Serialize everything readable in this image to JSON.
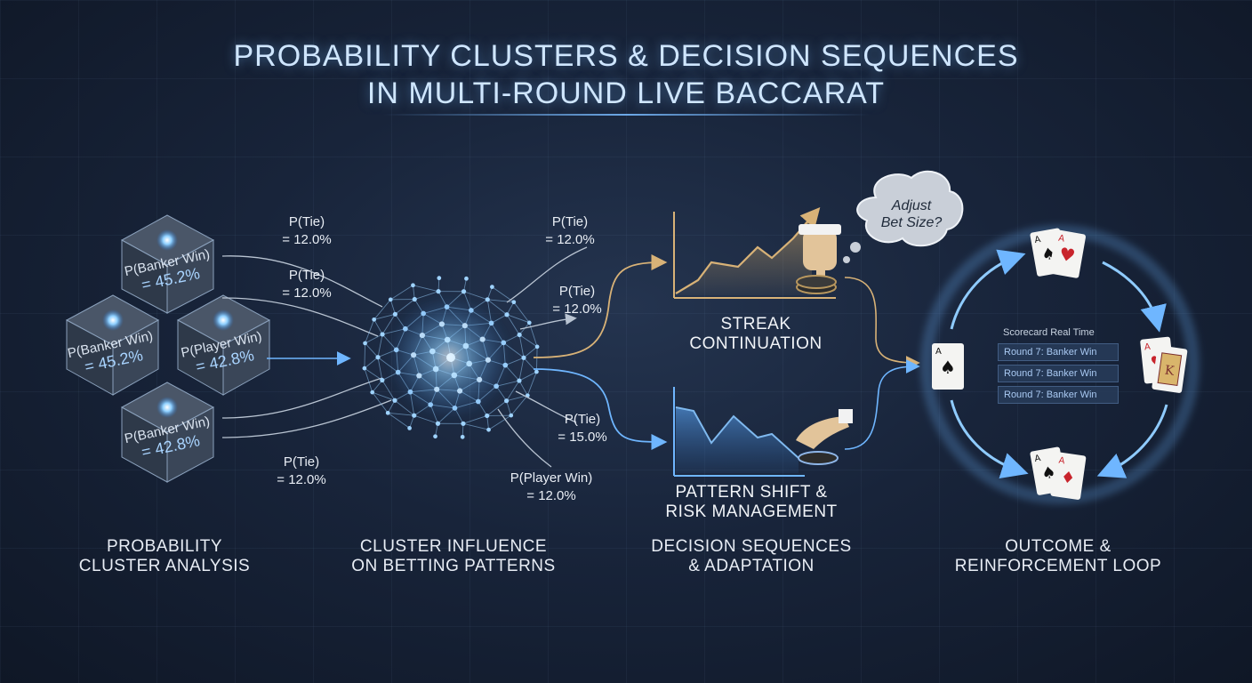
{
  "title": {
    "line1": "PROBABILITY CLUSTERS & DECISION SEQUENCES",
    "line2": "IN MULTI-ROUND LIVE BACCARAT"
  },
  "cubes": [
    {
      "label": "P(Banker Win)",
      "value": "= 45.2%"
    },
    {
      "label": "P(Banker Win)",
      "value": "= 45.2%"
    },
    {
      "label": "P(Player Win)",
      "value": "= 42.8%"
    },
    {
      "label": "P(Banker Win)",
      "value": "= 42.8%"
    }
  ],
  "left_labels": [
    {
      "line1": "P(Tie)",
      "line2": "= 12.0%"
    },
    {
      "line1": "P(Tie)",
      "line2": "= 12.0%"
    },
    {
      "line1": "P(Tie)",
      "line2": "= 12.0%"
    }
  ],
  "right_labels": [
    {
      "line1": "P(Tie)",
      "line2": "= 12.0%"
    },
    {
      "line1": "P(Tie)",
      "line2": "= 12.0%"
    },
    {
      "line1": "P(Tie)",
      "line2": "= 15.0%"
    },
    {
      "line1": "P(Player Win)",
      "line2": "= 12.0%"
    }
  ],
  "charts": {
    "up_label_1": "STREAK",
    "up_label_2": "CONTINUATION",
    "down_label_1": "PATTERN SHIFT &",
    "down_label_2": "RISK MANAGEMENT"
  },
  "bubble": {
    "line1": "Adjust",
    "line2": "Bet Size?"
  },
  "scorecard": {
    "title": "Scorecard Real Time",
    "rows": [
      "Round 7: Banker Win",
      "Round 7: Banker Win",
      "Round 7: Banker Win"
    ]
  },
  "sections": [
    {
      "line1": "PROBABILITY",
      "line2": "CLUSTER ANALYSIS"
    },
    {
      "line1": "CLUSTER INFLUENCE",
      "line2": "ON BETTING PATTERNS"
    },
    {
      "line1": "DECISION SEQUENCES",
      "line2": "& ADAPTATION"
    },
    {
      "line1": "OUTCOME &",
      "line2": "REINFORCEMENT LOOP"
    }
  ],
  "colors": {
    "accent_blue": "#6fb6ff",
    "accent_gold": "#d8b277",
    "card_red": "#c8242c"
  }
}
